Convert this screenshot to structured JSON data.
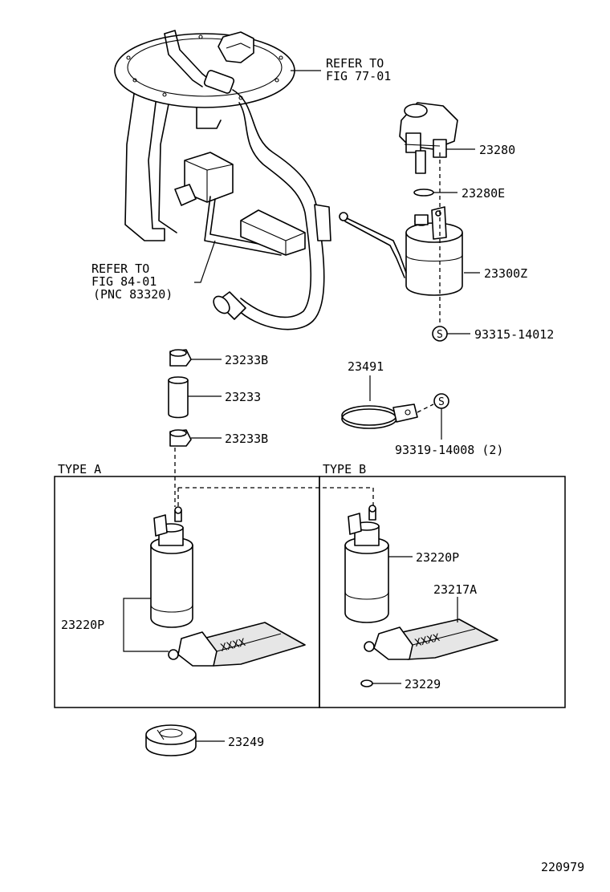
{
  "labels": {
    "refer_77_line1": "REFER TO",
    "refer_77_line2": "FIG 77-01",
    "refer_84_line1": "REFER TO",
    "refer_84_line2": "FIG 84-01",
    "refer_84_line3": "(PNC 83320)",
    "p23280": "23280",
    "p23280E": "23280E",
    "p23300Z": "23300Z",
    "p93315": "93315-14012",
    "p23233B_top": "23233B",
    "p23233": "23233",
    "p23233B_bottom": "23233B",
    "p23491": "23491",
    "p93319": "93319-14008 (2)",
    "type_a": "TYPE A",
    "type_b": "TYPE B",
    "p23220P_a": "23220P",
    "p23220P_b": "23220P",
    "p23217A": "23217A",
    "p23229": "23229",
    "p23249": "23249",
    "strainer_mark_a": "XXXX",
    "strainer_mark_b": "XXXX",
    "s_mark_1": "S",
    "s_mark_2": "S",
    "diagram_number": "220979"
  }
}
